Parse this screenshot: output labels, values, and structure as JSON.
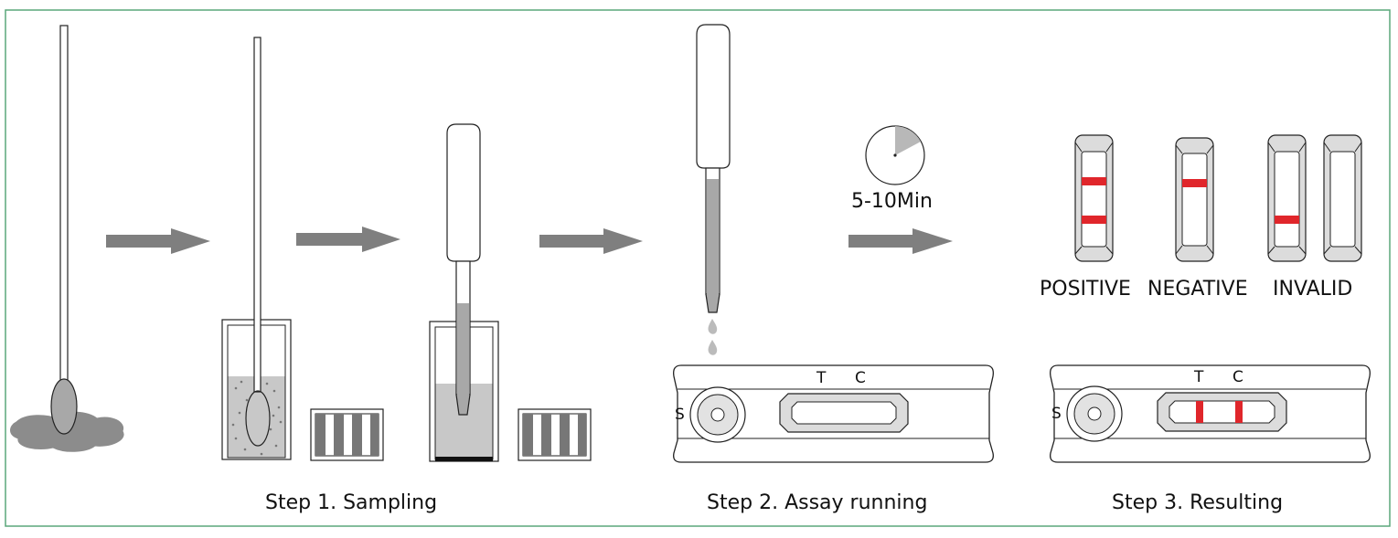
{
  "steps": [
    {
      "label": "Step 1. Sampling"
    },
    {
      "label": "Step 2. Assay running"
    },
    {
      "label": "Step 3. Resulting"
    }
  ],
  "timer": {
    "label": "5-10Min",
    "icon": "clock-icon"
  },
  "results": [
    {
      "label": "POSITIVE",
      "lines": [
        "C",
        "T"
      ]
    },
    {
      "label": "NEGATIVE",
      "lines": [
        "C"
      ]
    },
    {
      "label": "INVALID",
      "lines": [
        "T"
      ]
    },
    {
      "label": "",
      "lines": []
    }
  ],
  "cassette": {
    "sample_well": "S",
    "test_line": "T",
    "control_line": "C"
  },
  "colors": {
    "frame": "#5aa77a",
    "arrow": "#7f7f7f",
    "line_red": "#e0262b",
    "liquid": "#c8c8c8",
    "spill": "#8c8c8c"
  }
}
